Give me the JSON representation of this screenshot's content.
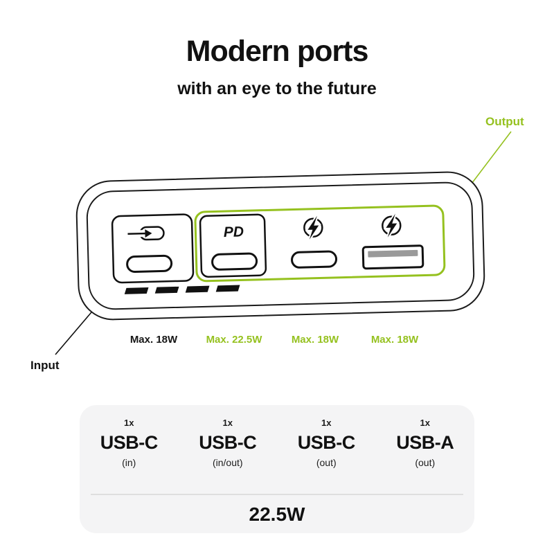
{
  "page": {
    "title": "Modern ports",
    "subtitle": "with an eye to the future"
  },
  "colors": {
    "accent_green": "#95c11f",
    "text_black": "#111111",
    "card_background": "#f4f4f5"
  },
  "diagram": {
    "output_label": "Output",
    "input_label": "Input",
    "ports": [
      {
        "icon": "usb-input-arrow-icon",
        "label": "",
        "type": "usb-c",
        "max": "Max. 18W"
      },
      {
        "icon": "pd-label",
        "label": "PD",
        "type": "usb-c",
        "max": "Max. 22.5W"
      },
      {
        "icon": "charge-bolt-icon",
        "label": "",
        "type": "usb-c",
        "max": "Max. 18W"
      },
      {
        "icon": "charge-bolt-icon",
        "label": "",
        "type": "usb-a",
        "max": "Max. 18W"
      }
    ]
  },
  "spec_card": {
    "columns": [
      {
        "qty": "1x",
        "name": "USB-C",
        "mode": "(in)"
      },
      {
        "qty": "1x",
        "name": "USB-C",
        "mode": "(in/out)"
      },
      {
        "qty": "1x",
        "name": "USB-C",
        "mode": "(out)"
      },
      {
        "qty": "1x",
        "name": "USB-A",
        "mode": "(out)"
      }
    ],
    "total_power": "22.5W"
  }
}
